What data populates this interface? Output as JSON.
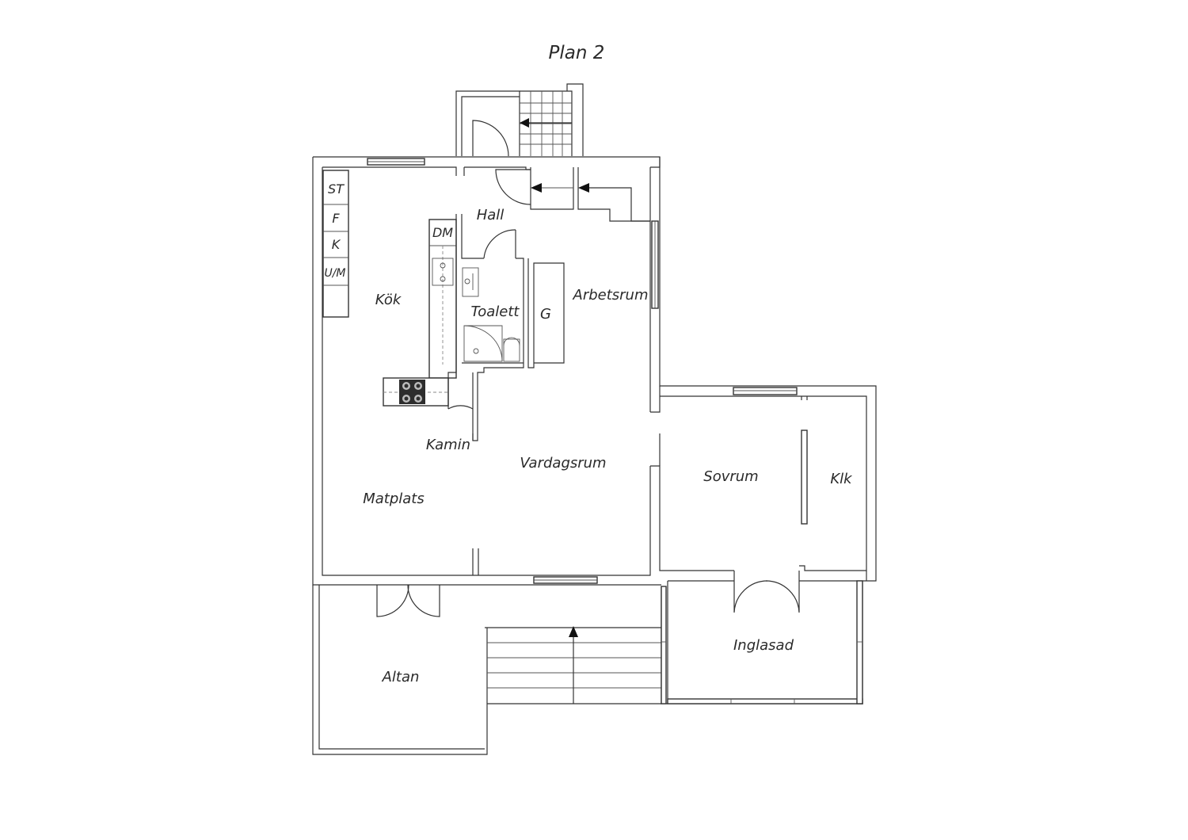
{
  "title": "Plan 2",
  "rooms": {
    "hall": "Hall",
    "kok": "Kök",
    "dm": "DM",
    "st": "ST",
    "f": "F",
    "k": "K",
    "um": "U/M",
    "toalett": "Toalett",
    "g": "G",
    "arbetsrum": "Arbetsrum",
    "kamin": "Kamin",
    "vardagsrum": "Vardagsrum",
    "matplats": "Matplats",
    "sovrum": "Sovrum",
    "klk": "Klk",
    "inglasad": "Inglasad",
    "altan": "Altan"
  }
}
